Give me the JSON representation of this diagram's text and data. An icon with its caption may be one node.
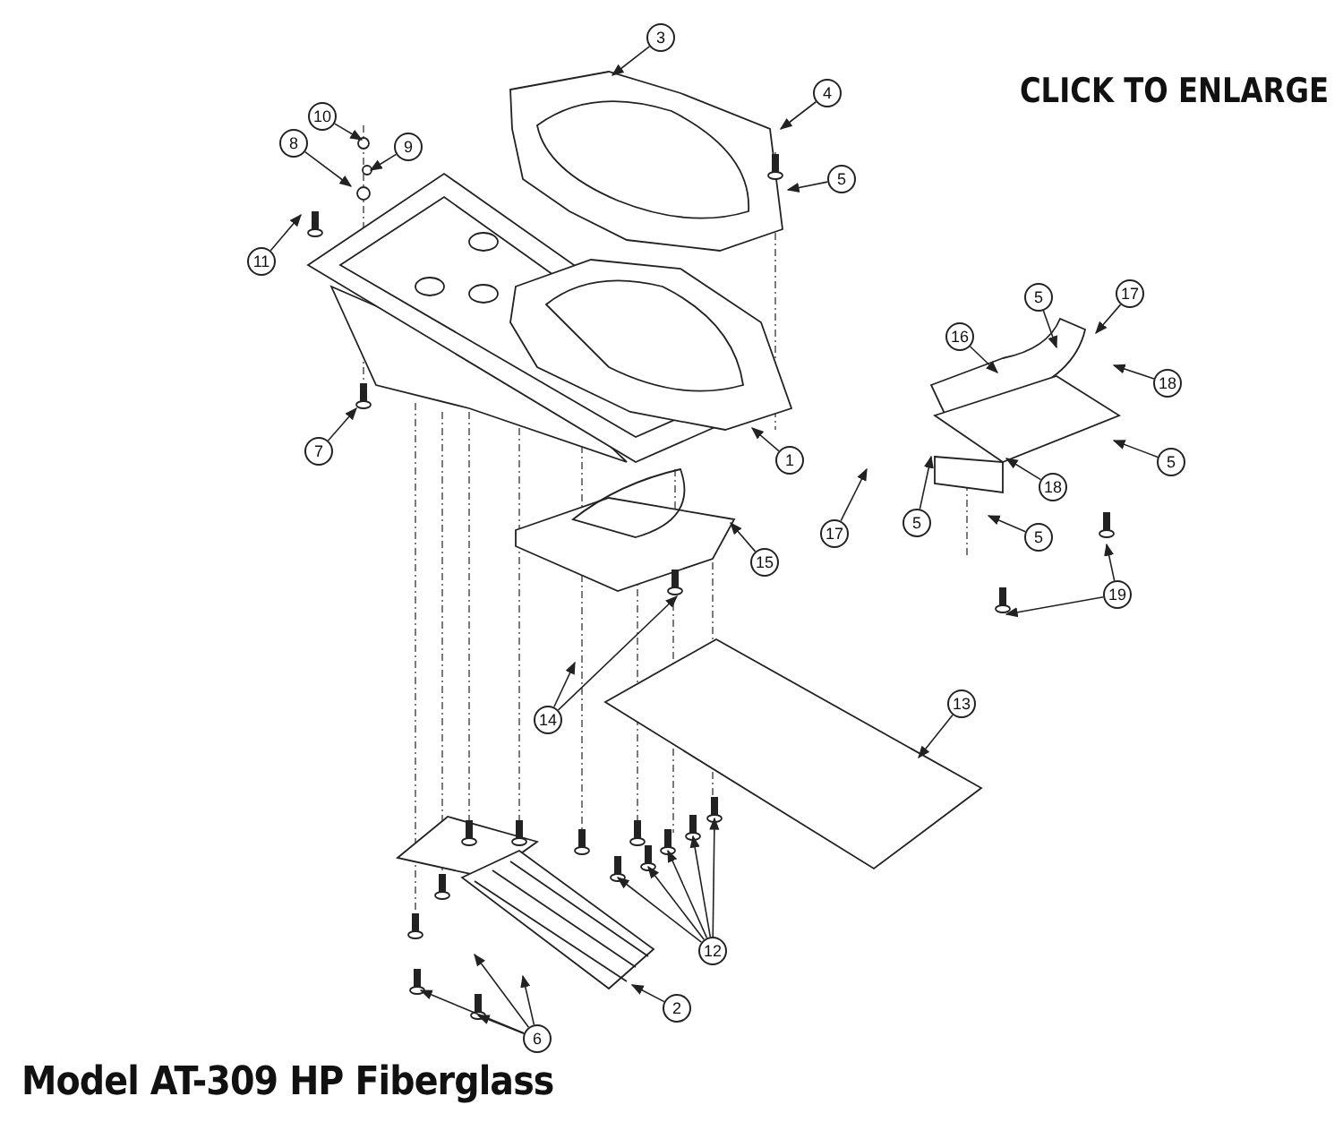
{
  "diagram": {
    "title": "Model AT-309 HP Fiberglass",
    "nodes": [
      {
        "text": [
          "3"
        ]
      },
      {
        "text": [
          "10"
        ]
      },
      {
        "text": [
          "4"
        ]
      },
      {
        "text": [
          "9"
        ]
      },
      {
        "text": [
          "5"
        ]
      },
      {
        "text": [
          "8"
        ]
      },
      {
        "text": [
          "11"
        ]
      },
      {
        "text": [
          "17"
        ]
      },
      {
        "text": [
          "5"
        ]
      },
      {
        "text": [
          "16"
        ]
      },
      {
        "text": [
          "18"
        ]
      },
      {
        "text": [
          "7"
        ]
      },
      {
        "text": [
          "5"
        ]
      },
      {
        "text": [
          "1"
        ]
      },
      {
        "text": [
          "18"
        ]
      },
      {
        "text": [
          "5"
        ]
      },
      {
        "text": [
          "5"
        ]
      },
      {
        "text": [
          "17"
        ]
      },
      {
        "text": [
          "15"
        ]
      },
      {
        "text": [
          "19"
        ]
      },
      {
        "text": [
          "13"
        ]
      },
      {
        "text": [
          "14"
        ]
      },
      {
        "text": [
          "12"
        ]
      },
      {
        "text": [
          "2"
        ]
      },
      {
        "text": [
          "6"
        ]
      }
    ],
    "edges": [
      {
        "from": 0,
        "to": null,
        "arrow": "to"
      },
      {
        "from": 1,
        "to": null,
        "arrow": "to"
      },
      {
        "from": 2,
        "to": null,
        "arrow": "to"
      },
      {
        "from": 3,
        "to": null,
        "arrow": "to"
      },
      {
        "from": 4,
        "to": null,
        "arrow": "to"
      },
      {
        "from": 5,
        "to": null,
        "arrow": "to"
      },
      {
        "from": 6,
        "to": null,
        "arrow": "to"
      },
      {
        "from": 7,
        "to": null,
        "arrow": "to"
      },
      {
        "from": 8,
        "to": null,
        "arrow": "to"
      },
      {
        "from": 9,
        "to": null,
        "arrow": "to"
      },
      {
        "from": 10,
        "to": null,
        "arrow": "to"
      },
      {
        "from": 11,
        "to": null,
        "arrow": "to"
      },
      {
        "from": 12,
        "to": null,
        "arrow": "to"
      },
      {
        "from": 13,
        "to": null,
        "arrow": "to"
      },
      {
        "from": 14,
        "to": null,
        "arrow": "to"
      },
      {
        "from": 15,
        "to": null,
        "arrow": "to"
      },
      {
        "from": 16,
        "to": null,
        "arrow": "to"
      },
      {
        "from": 17,
        "to": null,
        "arrow": "to"
      },
      {
        "from": 18,
        "to": null,
        "arrow": "to"
      },
      {
        "from": 19,
        "to": null,
        "arrow": "to"
      },
      {
        "from": 19,
        "to": null,
        "arrow": "to"
      },
      {
        "from": 20,
        "to": null,
        "arrow": "to"
      },
      {
        "from": 21,
        "to": null,
        "arrow": "to"
      },
      {
        "from": 21,
        "to": null,
        "arrow": "to"
      },
      {
        "from": 22,
        "to": null,
        "arrow": "to"
      },
      {
        "from": 22,
        "to": null,
        "arrow": "to"
      },
      {
        "from": 22,
        "to": null,
        "arrow": "to"
      },
      {
        "from": 22,
        "to": null,
        "arrow": "to"
      },
      {
        "from": 22,
        "to": null,
        "arrow": "to"
      },
      {
        "from": 23,
        "to": null,
        "arrow": "to"
      },
      {
        "from": 24,
        "to": null,
        "arrow": "to"
      },
      {
        "from": 24,
        "to": null,
        "arrow": "to"
      },
      {
        "from": 24,
        "to": null,
        "arrow": "to"
      },
      {
        "from": 24,
        "to": null,
        "arrow": "to"
      }
    ],
    "labels": [
      "CLICK TO ENLARGE"
    ]
  }
}
